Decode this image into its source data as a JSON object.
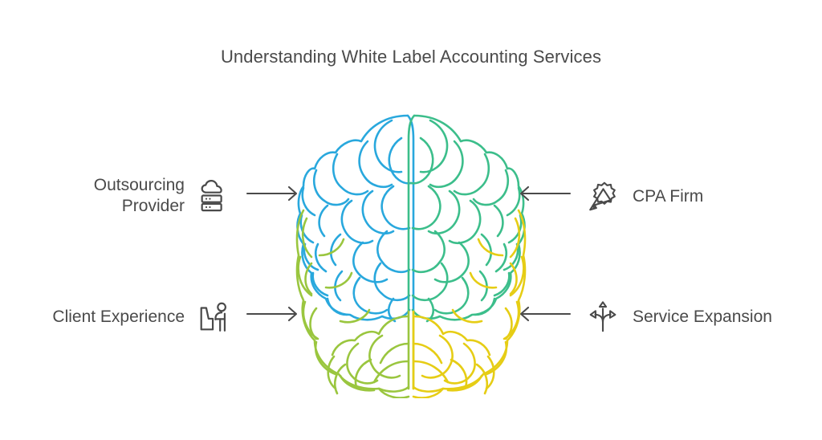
{
  "page": {
    "title": "Understanding White Label Accounting Services",
    "background_color": "#ffffff",
    "text_color": "#4a4a4a"
  },
  "diagram": {
    "center_graphic": {
      "name": "brain-illustration",
      "description": "Top-down outline of a human brain split into four colored quadrants",
      "quadrants": [
        {
          "position": "top-left",
          "color": "#29a8dd"
        },
        {
          "position": "top-right",
          "color": "#3cbe8b"
        },
        {
          "position": "bottom-left",
          "color": "#9ac63f"
        },
        {
          "position": "bottom-right",
          "color": "#e6cd15"
        }
      ]
    },
    "nodes": [
      {
        "id": "outsourcing-provider",
        "label": "Outsourcing\nProvider",
        "icon": "cloud-server-icon",
        "side": "left",
        "arrow": "arrow-right",
        "arrow_color": "#4a4a4a"
      },
      {
        "id": "client-experience",
        "label": "Client Experience",
        "icon": "presenter-podium-icon",
        "side": "left",
        "arrow": "arrow-right",
        "arrow_color": "#4a4a4a"
      },
      {
        "id": "cpa-firm",
        "label": "CPA Firm",
        "icon": "certificate-seal-icon",
        "side": "right",
        "arrow": "arrow-left",
        "arrow_color": "#4a4a4a"
      },
      {
        "id": "service-expansion",
        "label": "Service Expansion",
        "icon": "branching-arrows-icon",
        "side": "right",
        "arrow": "arrow-left",
        "arrow_color": "#4a4a4a"
      }
    ]
  }
}
